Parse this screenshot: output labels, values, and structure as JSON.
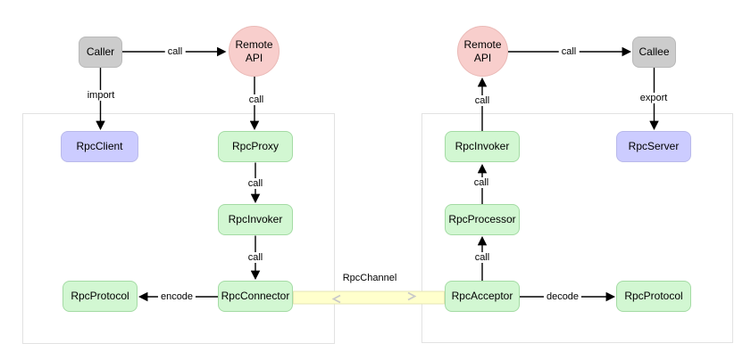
{
  "nodes": {
    "caller": {
      "label": "Caller"
    },
    "remote_api_client": {
      "label": "Remote API"
    },
    "rpc_client": {
      "label": "RpcClient"
    },
    "rpc_proxy": {
      "label": "RpcProxy"
    },
    "rpc_invoker_client": {
      "label": "RpcInvoker"
    },
    "rpc_connector": {
      "label": "RpcConnector"
    },
    "rpc_protocol_client": {
      "label": "RpcProtocol"
    },
    "remote_api_server": {
      "label": "Remote API"
    },
    "callee": {
      "label": "Callee"
    },
    "rpc_server": {
      "label": "RpcServer"
    },
    "rpc_invoker_server": {
      "label": "RpcInvoker"
    },
    "rpc_processor": {
      "label": "RpcProcessor"
    },
    "rpc_acceptor": {
      "label": "RpcAcceptor"
    },
    "rpc_protocol_server": {
      "label": "RpcProtocol"
    }
  },
  "edges": {
    "caller_to_remote_api": {
      "label": "call"
    },
    "caller_to_rpc_client": {
      "label": "import"
    },
    "remote_api_to_rpc_proxy": {
      "label": "call"
    },
    "rpc_proxy_to_rpc_invoker": {
      "label": "call"
    },
    "rpc_invoker_to_rpc_connector": {
      "label": "call"
    },
    "rpc_connector_to_rpc_protocol": {
      "label": "encode"
    },
    "rpc_invoker_to_remote_api": {
      "label": "call"
    },
    "remote_api_to_callee": {
      "label": "call"
    },
    "callee_to_rpc_server": {
      "label": "export"
    },
    "rpc_processor_to_rpc_invoker": {
      "label": "call"
    },
    "rpc_acceptor_to_rpc_processor": {
      "label": "call"
    },
    "rpc_acceptor_to_rpc_protocol": {
      "label": "decode"
    },
    "channel": {
      "label": "RpcChannel"
    }
  },
  "colors": {
    "background": "#ffffff",
    "text": "#000000",
    "line": "#000000",
    "frame-border": "#e2e2e2",
    "node-gray-fill": "#cccccc",
    "node-gray-border": "#b9b9b9",
    "node-pink-fill": "#f8cecc",
    "node-pink-border": "#eab9b6",
    "node-green-fill": "#d2f7d2",
    "node-green-border": "#a4dba4",
    "node-lavender-fill": "#ccccff",
    "node-lavender-border": "#b9b9ea",
    "channel-fill": "#ffffcc",
    "channel-border": "#e6e6b4",
    "channel-chevron": "#c9c9c9"
  }
}
